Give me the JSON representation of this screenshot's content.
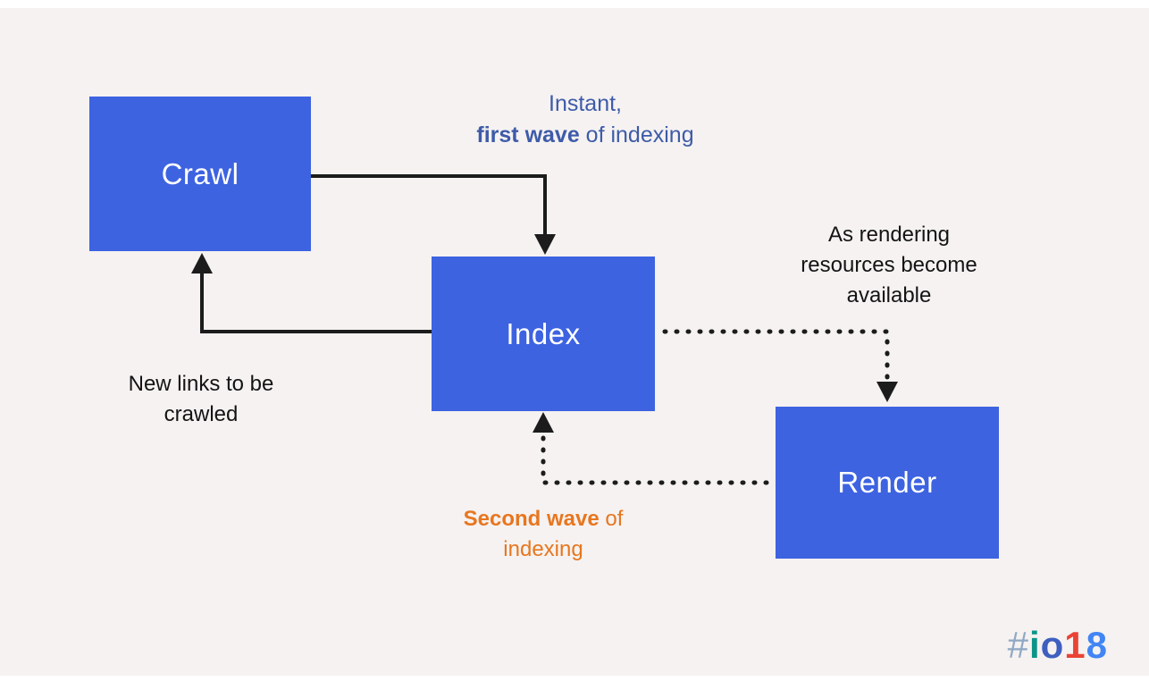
{
  "nodes": {
    "crawl": {
      "label": "Crawl"
    },
    "index": {
      "label": "Index"
    },
    "render": {
      "label": "Render"
    }
  },
  "labels": {
    "first_wave": {
      "line1": "Instant,",
      "bold": "first wave",
      "tail": " of indexing"
    },
    "new_links": {
      "line1": "New links to be",
      "line2": "crawled"
    },
    "rendering": {
      "line1": "As rendering",
      "line2": "resources become",
      "line3": "available"
    },
    "second_wave": {
      "bold": "Second wave",
      "tail": " of",
      "line2": "indexing"
    }
  },
  "footer": {
    "hash": "#",
    "i": "i",
    "o": "o",
    "one": "1",
    "eight": "8"
  },
  "colors": {
    "node_fill": "#3d63e1",
    "node_text": "#ffffff",
    "first_wave_text": "#3e5ba9",
    "second_wave_text": "#e8761f",
    "body_text": "#141414",
    "arrow": "#1c1c1c",
    "background": "#f5f2f1"
  }
}
